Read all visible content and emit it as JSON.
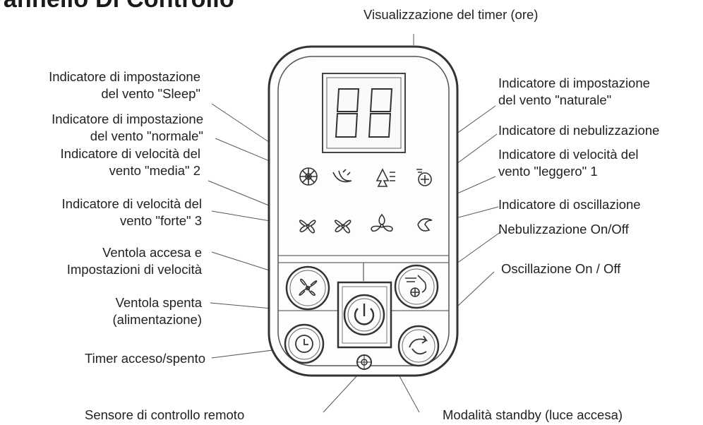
{
  "title": "Pannello Di Controllo",
  "labels": {
    "timer_display": "Visualizzazione del timer (ore)",
    "sleep_wind": [
      "Indicatore di impostazione",
      "del vento \"Sleep\""
    ],
    "normal_wind": [
      "Indicatore di impostazione",
      "del vento \"normale\""
    ],
    "medium_speed": [
      "Indicatore di velocità del",
      "vento \"media\" 2"
    ],
    "strong_speed": [
      "Indicatore di velocità del",
      "vento \"forte\" 3"
    ],
    "fan_on": [
      "Ventola accesa e",
      "Impostazioni di velocità"
    ],
    "fan_off": [
      "Ventola spenta",
      "(alimentazione)"
    ],
    "timer_onoff": "Timer acceso/spento",
    "remote_sensor": "Sensore di controllo remoto",
    "natural_wind": [
      "Indicatore di impostazione",
      "del vento \"naturale\""
    ],
    "mist_indicator": "Indicatore di nebulizzazione",
    "light_speed": [
      "Indicatore di velocità del",
      "vento \"leggero\" 1"
    ],
    "swing_indicator": "Indicatore di oscillazione",
    "mist_onoff": "Nebulizzazione On/Off",
    "swing_onoff": "Oscillazione On / Off",
    "standby": "Modalità standby (luce accesa)"
  }
}
